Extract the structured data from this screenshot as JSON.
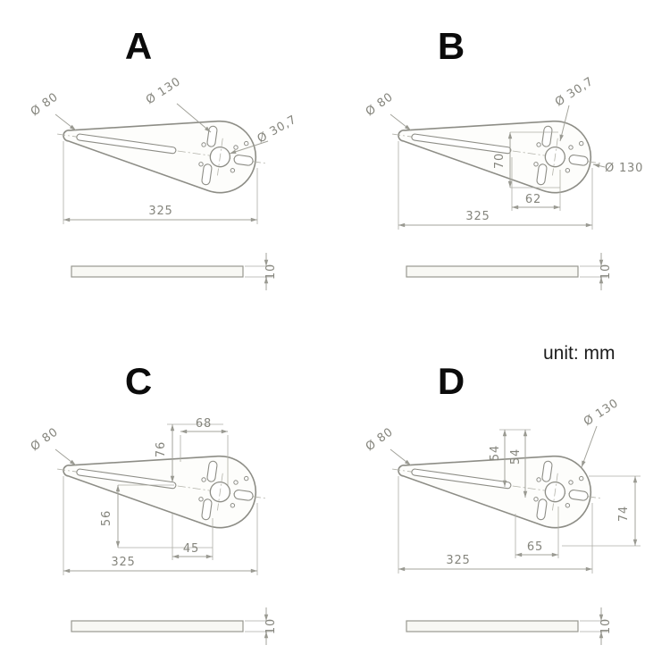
{
  "unit_label": "unit: mm",
  "variants": {
    "A": {
      "label": "A",
      "dims": {
        "d130": "Ø 130",
        "d80": "Ø 80",
        "d307": "Ø 30,7",
        "length": "325",
        "thickness": "10"
      }
    },
    "B": {
      "label": "B",
      "dims": {
        "d307": "Ø 30,7",
        "d80": "Ø 80",
        "d130": "Ø 130",
        "v70": "70",
        "h62": "62",
        "length": "325",
        "thickness": "10"
      }
    },
    "C": {
      "label": "C",
      "dims": {
        "d80": "Ø 80",
        "v76": "76",
        "h68": "68",
        "v56": "56",
        "h45": "45",
        "length": "325",
        "thickness": "10"
      }
    },
    "D": {
      "label": "D",
      "dims": {
        "d80": "Ø 80",
        "v54a": "54",
        "v54b": "54",
        "d130": "Ø 130",
        "h65": "65",
        "v74": "74",
        "length": "325",
        "thickness": "10"
      }
    }
  }
}
